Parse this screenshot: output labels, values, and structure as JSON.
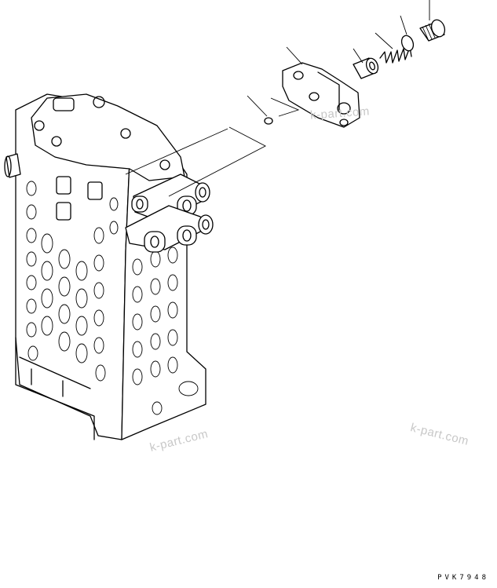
{
  "watermarks": [
    "k-part.com",
    "k-part.com",
    "k-part.com"
  ],
  "drawing_code": "PVK7948",
  "colors": {
    "line": "#000000",
    "watermark": "#c8c8c8",
    "background": "#ffffff"
  }
}
